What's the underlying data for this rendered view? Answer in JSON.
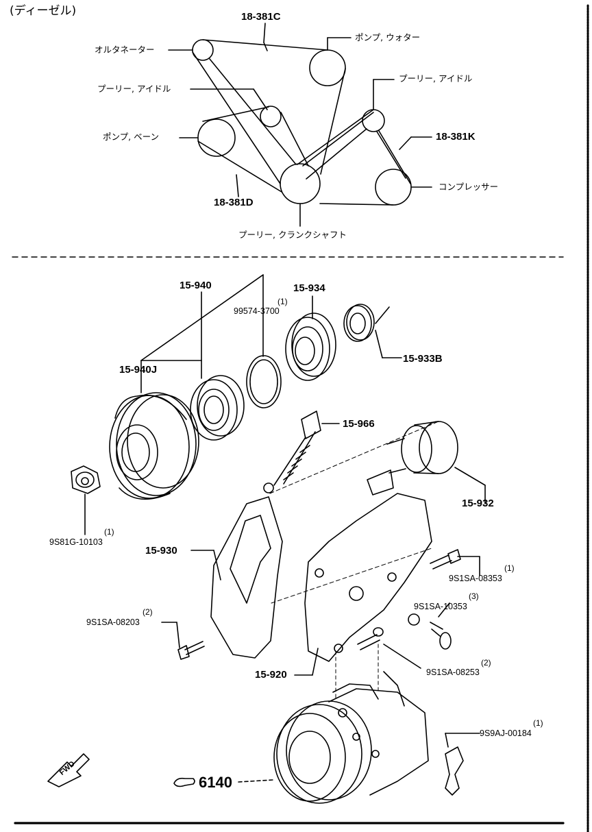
{
  "header": "(ディーゼル)",
  "belt_section": {
    "belt_c": "18-381C",
    "belt_k": "18-381K",
    "belt_d": "18-381D",
    "alternator": "オルタネーター",
    "water_pump": "ポンプ, ウォター",
    "idler_left": "プーリー, アイドル",
    "idler_right": "プーリー, アイドル",
    "vane_pump": "ポンプ, ベーン",
    "compressor": "コンプレッサー",
    "crank_pulley": "プーリー, クランクシャフト"
  },
  "parts": {
    "p15_940": "15-940",
    "p99574_qty": "(1)",
    "p99574": "99574-3700",
    "p15_934": "15-934",
    "p15_940J": "15-940J",
    "p15_933B": "15-933B",
    "p15_966": "15-966",
    "p9S81G_qty": "(1)",
    "p9S81G": "9S81G-10103",
    "p15_930": "15-930",
    "p15_932": "15-932",
    "p9S1SA_08353_qty": "(1)",
    "p9S1SA_08353": "9S1SA-08353",
    "p9S1SA_10353_qty": "(3)",
    "p9S1SA_10353": "9S1SA-10353",
    "p9S1SA_08203_qty": "(2)",
    "p9S1SA_08203": "9S1SA-08203",
    "p15_920": "15-920",
    "p9S1SA_08253_qty": "(2)",
    "p9S1SA_08253": "9S1SA-08253",
    "p9S9AJ_qty": "(1)",
    "p9S9AJ": "9S9AJ-00184",
    "ref_6140": "6140",
    "fwd": "FWD"
  }
}
